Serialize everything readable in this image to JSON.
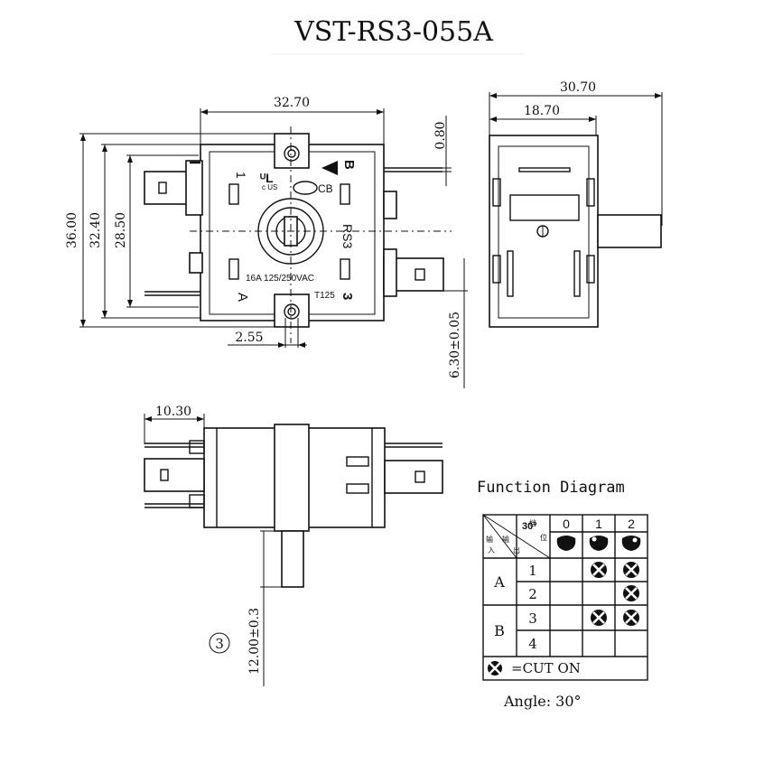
{
  "title": "VST-RS3-055A",
  "front_view": {
    "dim_width": "32.70",
    "dim_top_offset": "0.80",
    "dim_h1": "36.00",
    "dim_h2": "32.40",
    "dim_h3": "28.50",
    "dim_bottom": "2.55",
    "dim_shaft_offset": "6.30±0.05",
    "body_labels": {
      "pos1": "1",
      "pos_b": "B",
      "cb": "CB",
      "cert": "c US",
      "model": "RS3",
      "rating": "16A 125/250VAC",
      "temp": "T125",
      "pos_a": "A",
      "pos3": "3"
    }
  },
  "side_view": {
    "dim_total": "30.70",
    "dim_body": "18.70"
  },
  "bottom_view": {
    "dim_width": "10.30",
    "dim_shaft": "12.00±0.3",
    "circled_label": "3"
  },
  "function_diagram": {
    "title": "Function Diagram",
    "header_angle": "30°",
    "header_pos_char": "档",
    "header_pos_char2": "位",
    "header_in_char": "输",
    "header_in_char2": "入",
    "header_out_char": "输",
    "header_out_char2": "出",
    "positions": [
      "0",
      "1",
      "2"
    ],
    "rows": [
      {
        "input": "A",
        "output": "1",
        "on": [
          false,
          true,
          true
        ]
      },
      {
        "input": "A",
        "output": "2",
        "on": [
          false,
          false,
          true
        ]
      },
      {
        "input": "B",
        "output": "3",
        "on": [
          false,
          true,
          true
        ]
      },
      {
        "input": "B",
        "output": "4",
        "on": [
          false,
          false,
          false
        ]
      }
    ],
    "group_labels": [
      "A",
      "B"
    ],
    "legend": "=CUT ON",
    "angle_label": "Angle: 30°"
  }
}
